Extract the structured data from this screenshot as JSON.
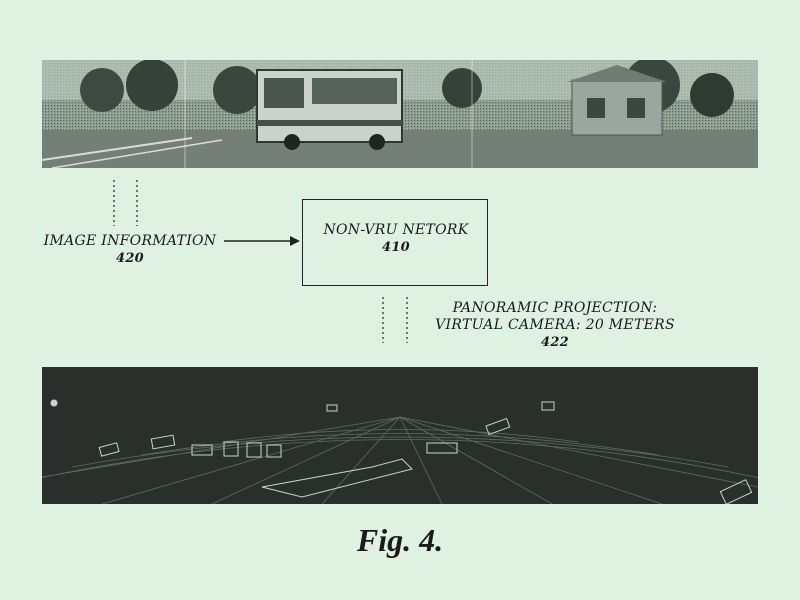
{
  "network": {
    "label": "NON-VRU NETORK",
    "ref": "410"
  },
  "image_info": {
    "label": "IMAGE INFORMATION",
    "ref": "420"
  },
  "projection": {
    "line1": "PANORAMIC PROJECTION:",
    "line2": "VIRTUAL CAMERA: 20 METERS",
    "ref": "422"
  },
  "caption": "Fig. 4.",
  "colors": {
    "background": "#dff2e2",
    "ink": "#1a1a1a",
    "projection_bg": "#2b2f2c"
  }
}
